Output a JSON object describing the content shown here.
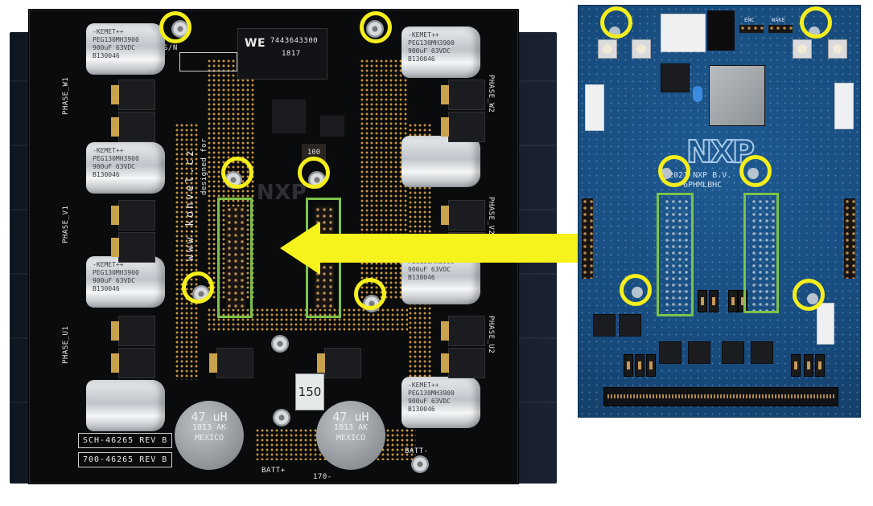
{
  "scene": {
    "description": "Motor-control power stage board on heatsink with NXP controller board; yellow arrow indicates the controller plugs onto the power board headers",
    "highlight_colors": {
      "mounting_ring": "#f4ee1c",
      "connector_box": "#7dc24a",
      "arrow": "#f6f21b"
    }
  },
  "power_board": {
    "inductor_top": {
      "brand": "WE",
      "part_number": "7443643300",
      "code": "1817"
    },
    "sn_label": "S/N",
    "url_text": "www.konvel.cz",
    "designed_for_text": "designed for",
    "nxp_mark": "NXP",
    "small_cap_marking": "100",
    "phase_labels": [
      "PHASE_W1",
      "PHASE_V1",
      "PHASE_U1",
      "PHASE_W2",
      "PHASE_V2",
      "PHASE_U2"
    ],
    "capacitor": {
      "brand": "KEMET",
      "line1": "-KEMET++",
      "line2": "PEG130MH3900",
      "line3": "900uF 63VDC",
      "line4": "B130046"
    },
    "fuse_value": "150",
    "inductors_round": [
      {
        "value": "47 uH",
        "line2": "1813 AK",
        "line3": "MEXICO"
      },
      {
        "value": "47 uH",
        "line2": "1813 AK",
        "line3": "MEXICO"
      }
    ],
    "labels": [
      "SCH-46265 REV B",
      "700-46265 REV B"
    ],
    "batt_plus": "BATT+",
    "batt_minus": "BATT-",
    "bottom_code": "170-"
  },
  "controller_board": {
    "logo": "NXP",
    "copyright": "©2021 NXP B.V.",
    "part_fragment": "-6PHMLBHC",
    "header_labels": [
      "ENC",
      "WAKE"
    ]
  }
}
